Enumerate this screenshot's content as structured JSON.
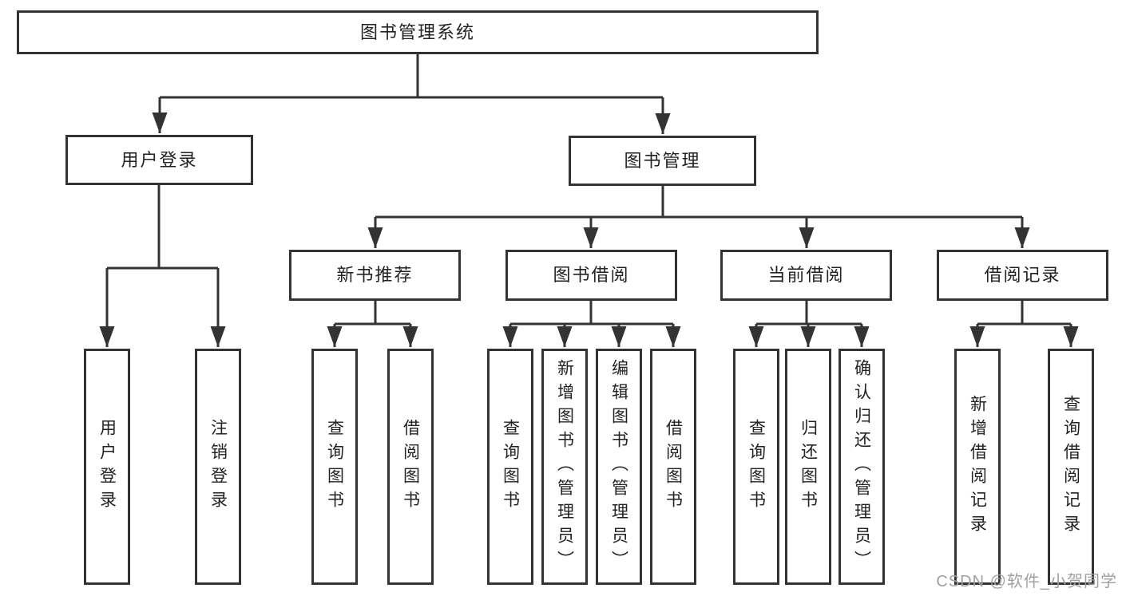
{
  "diagram_type": "hierarchy-tree",
  "tree": {
    "root": {
      "label": "图书管理系统"
    },
    "branches": [
      {
        "label": "用户登录",
        "children": [
          {
            "label": "用户登录"
          },
          {
            "label": "注销登录"
          }
        ]
      },
      {
        "label": "图书管理",
        "children": [
          {
            "label": "新书推荐",
            "children": [
              {
                "label": "查询图书"
              },
              {
                "label": "借阅图书"
              }
            ]
          },
          {
            "label": "图书借阅",
            "children": [
              {
                "label": "查询图书"
              },
              {
                "label": "新增图书（管理员）"
              },
              {
                "label": "编辑图书（管理员）"
              },
              {
                "label": "借阅图书"
              }
            ]
          },
          {
            "label": "当前借阅",
            "children": [
              {
                "label": "查询图书"
              },
              {
                "label": "归还图书"
              },
              {
                "label": "确认归还（管理员）"
              }
            ]
          },
          {
            "label": "借阅记录",
            "children": [
              {
                "label": "新增借阅记录"
              },
              {
                "label": "查询借阅记录"
              }
            ]
          }
        ]
      }
    ]
  },
  "watermark": "CSDN @软件_小贺同学",
  "colors": {
    "line": "#333333",
    "box_border": "#333333",
    "box_fill": "#ffffff",
    "text": "#222222",
    "background": "#ffffff",
    "watermark": "#a0a0a0"
  }
}
